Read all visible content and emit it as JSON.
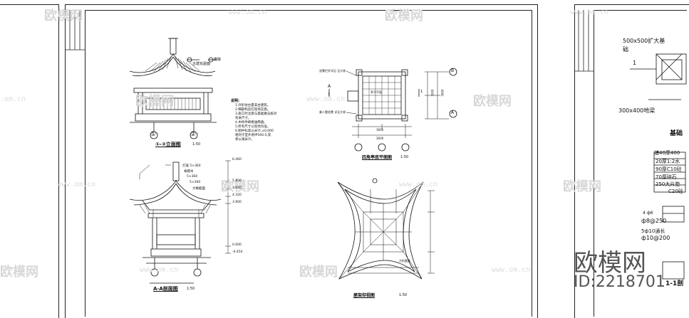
{
  "watermark": {
    "brand": "欧模网",
    "site": "www.om.cn",
    "site_short": ".om.cn",
    "id_label": "ID:2218701"
  },
  "sheet_left": {
    "elevation": {
      "title": "①-②立面图",
      "scale": "1:50",
      "label_a": "古建瓦屋面",
      "label_b": "檐椽",
      "axis_1": "①",
      "axis_2": "②"
    },
    "section": {
      "title": "A-A剖面图",
      "scale": "1:50",
      "label_1": "灯笼 5×360",
      "label_2": "脊檩木",
      "label_3": "5×360",
      "label_4": "5×360",
      "label_5": "大椽截面",
      "elev_1": "6.460",
      "elev_2": "5.800",
      "elev_3": "4.940",
      "elev_4": "4.320",
      "elev_5": "3.900",
      "elev_6": "0.000",
      "elev_7": "-0.450"
    },
    "notes": {
      "title": "说明:",
      "line_1": "1.外形仿古夏美古建筑。",
      "line_2": "2.细部构造在现场实施。",
      "line_3": "3.施工时注意与基础做法核对",
      "line_4": "  有关尺寸。",
      "line_5": "4.木构件刷桐油两遍。",
      "line_6": "5.所有尺寸以现场为准。",
      "line_7": "6.图中标高以米计,±0.000",
      "line_8": "  相对于室外地坪500.0,其",
      "line_9": "  余以毫米计。"
    },
    "plan": {
      "title": "四角亭底平面图",
      "scale": "1:50",
      "label_a": "坐凳栏杆详见 见大样",
      "label_b": "亭子平面",
      "label_c": "美人靠坐凳 详见大样",
      "dim_1": "3600",
      "dim_2": "3600",
      "dim_3": "3000",
      "dim_4": "3600",
      "axis_a": "A",
      "axis_b": "B",
      "mark_1": "1",
      "mark_2": "1"
    },
    "roof": {
      "title": "屋架仰视图",
      "scale": "1:50",
      "label": "方形截面"
    }
  },
  "sheet_right": {
    "title_a": "500x500扩大基",
    "title_b": "础",
    "mark_1": "1",
    "beam": "300x400地梁",
    "foundation": "基础",
    "layers": {
      "l1": "铺40厚400",
      "l2": "20厚1:2水",
      "l3": "90厚C10砼",
      "l4": "70厚碎石",
      "l5": "250大片垫",
      "l6": "C20砼"
    },
    "rebar_1": "4 ф6",
    "rebar_2": "ф8@250",
    "rebar_3": "5ф10通长",
    "rebar_4": "ф10@200",
    "section": "1-1剖"
  }
}
